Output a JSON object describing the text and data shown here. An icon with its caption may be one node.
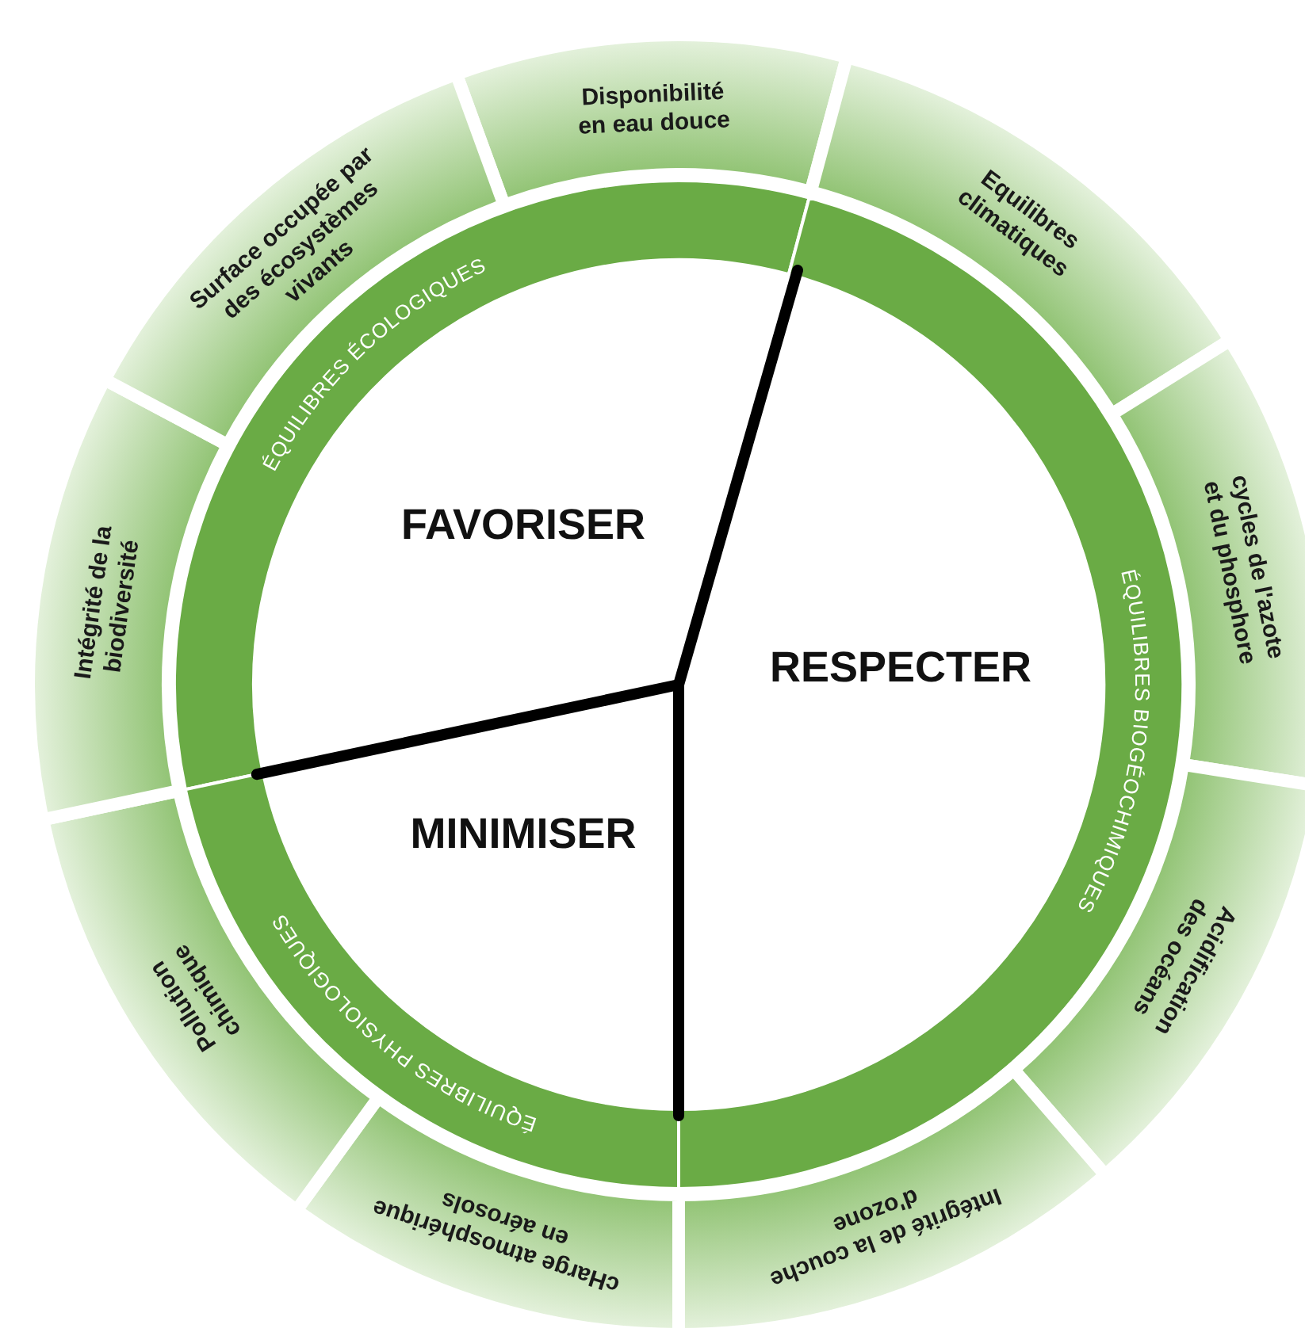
{
  "diagram": {
    "nodes": [
      {
        "text": [
          "ÉQUILIBRES ÉCOLOGIQUES"
        ]
      },
      {
        "text": [
          "ÉQUILIBRES BIOGÉOCHIMIQUES"
        ]
      },
      {
        "text": [
          "ÉQUILIBRES PHYSIOLOGIQUES"
        ]
      },
      {
        "text": [
          "FAVORISER"
        ]
      },
      {
        "text": [
          "RESPECTER"
        ]
      },
      {
        "text": [
          "MINIMISER"
        ]
      },
      {
        "text": [
          "Disponibilité en eau douce"
        ]
      },
      {
        "text": [
          "Equilibres climatiques"
        ]
      },
      {
        "text": [
          "cycles de l'azote et du phosphore"
        ]
      },
      {
        "text": [
          "Acidification des océans"
        ]
      },
      {
        "text": [
          "Intégrité de la couche d'ozone"
        ]
      },
      {
        "text": [
          "cHarge atmosphérique en aérosols"
        ]
      },
      {
        "text": [
          "Pollution chimique"
        ]
      },
      {
        "text": [
          "Intégrité de la biodiversité"
        ]
      },
      {
        "text": [
          "Surface occupée par des écosystèmes vivants"
        ]
      }
    ],
    "edges": []
  }
}
